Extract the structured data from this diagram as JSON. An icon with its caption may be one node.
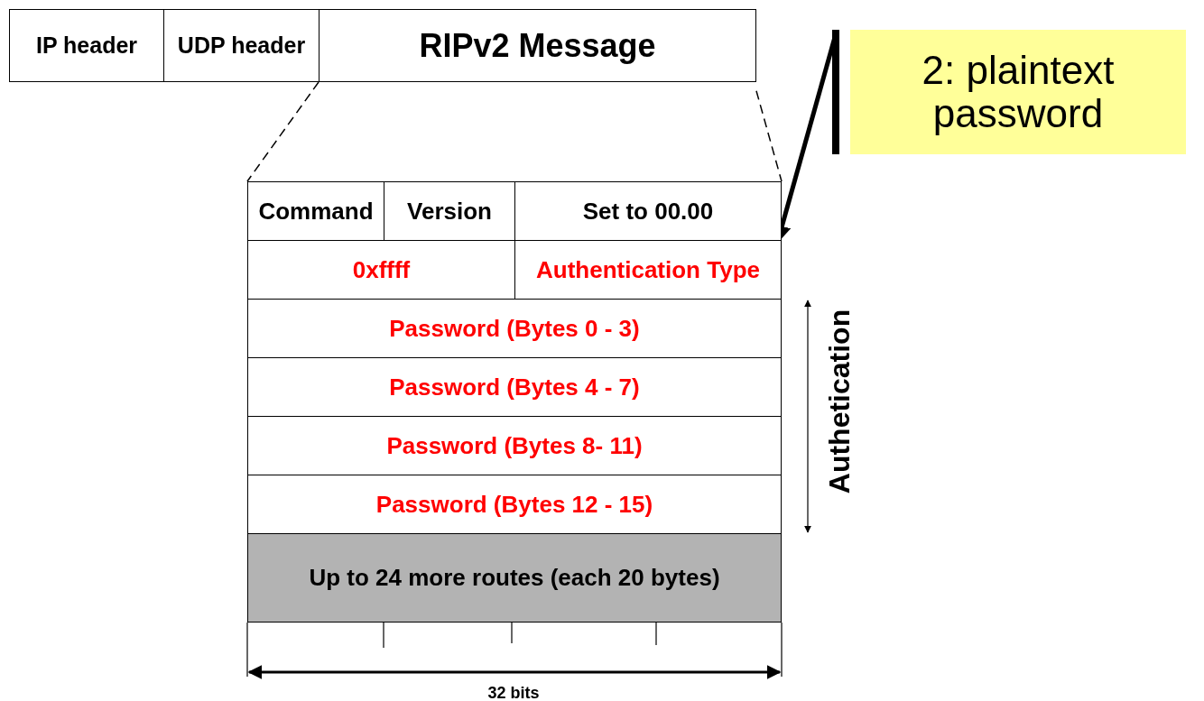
{
  "diagram": {
    "nodes": [
      {
        "text": [
          "IP header"
        ]
      },
      {
        "text": [
          "UDP header"
        ]
      },
      {
        "text": [
          "RIPv2 Message"
        ]
      },
      {
        "text": [
          "2: plaintext password"
        ]
      },
      {
        "text": [
          "Command"
        ]
      },
      {
        "text": [
          "Version"
        ]
      },
      {
        "text": [
          "Set to 00.00"
        ]
      },
      {
        "text": [
          "0xffff"
        ]
      },
      {
        "text": [
          "Authentication Type"
        ]
      },
      {
        "text": [
          "Password (Bytes 0 - 3)"
        ]
      },
      {
        "text": [
          "Password (Bytes 4 - 7)"
        ]
      },
      {
        "text": [
          "Password (Bytes 8- 11)"
        ]
      },
      {
        "text": [
          "Password (Bytes 12 - 15)"
        ]
      },
      {
        "text": [
          "Up to 24 more routes (each 20 bytes)"
        ]
      }
    ],
    "edges": [
      {
        "from": 2,
        "to": 4,
        "arrow": "none",
        "style": "dashed"
      },
      {
        "from": 2,
        "to": 6,
        "arrow": "none",
        "style": "dashed"
      },
      {
        "from": 3,
        "to": 8,
        "arrow": "to",
        "style": "thick"
      }
    ],
    "labels": [
      "Authetication",
      "32 bits"
    ]
  }
}
